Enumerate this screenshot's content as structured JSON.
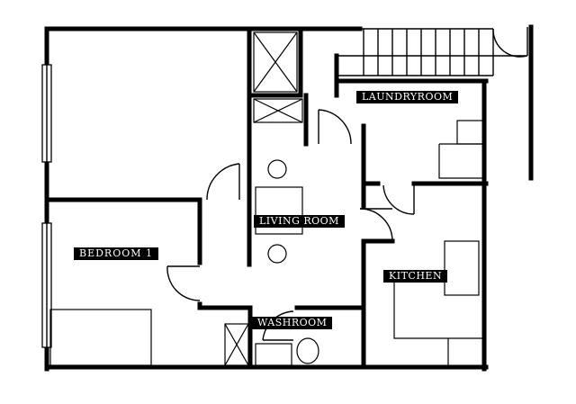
{
  "rooms": {
    "laundry": "LAUNDRYROOM",
    "living": "LIVING ROOM",
    "bedroom": "BEDROOM 1",
    "kitchen": "KITCHEN",
    "washroom": "WASHROOM"
  }
}
